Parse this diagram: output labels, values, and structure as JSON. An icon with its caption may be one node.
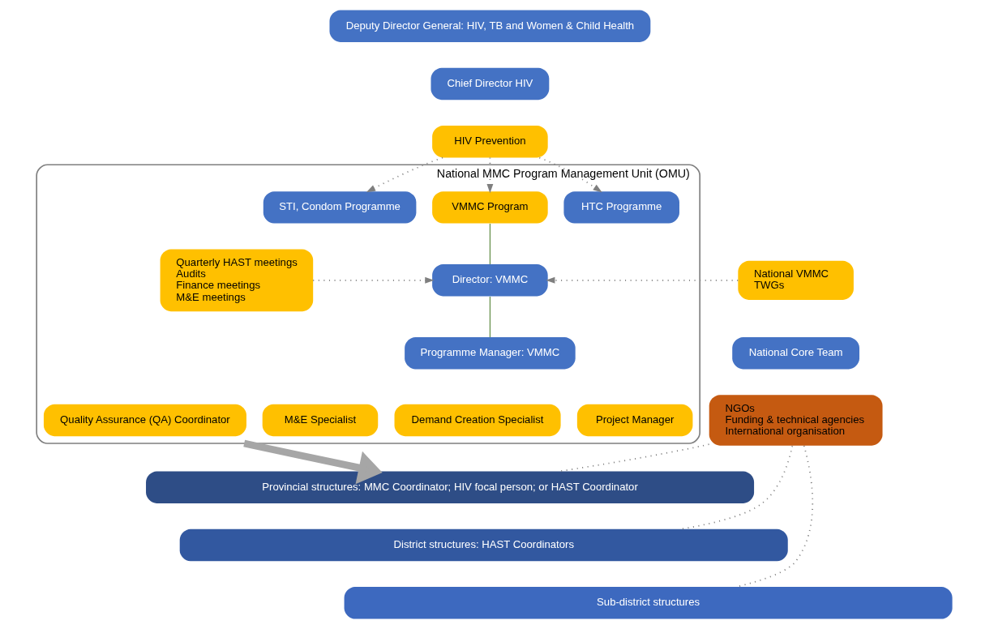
{
  "diagram": {
    "nodes": [
      {
        "text": [
          "Deputy Director General: HIV, TB and Women & Child Health"
        ]
      },
      {
        "text": [
          "Chief Director HIV"
        ]
      },
      {
        "text": [
          "HIV Prevention"
        ]
      },
      {
        "text": [
          "National MMC Program Management Unit (OMU)"
        ]
      },
      {
        "text": [
          "HTC Programme"
        ],
        "in": 3
      },
      {
        "text": [
          "VMMC Program"
        ],
        "in": 3
      },
      {
        "text": [
          "STI, Condom Programme"
        ],
        "in": 3
      },
      {
        "text": [
          "Director: VMMC"
        ],
        "in": 3
      },
      {
        "text": [
          "Quarterly HAST meetings",
          "Audits",
          "Finance meetings",
          "M&E meetings"
        ],
        "in": 3
      },
      {
        "text": [
          "Programme Manager: VMMC"
        ],
        "in": 3
      },
      {
        "text": [
          "M&E Specialist"
        ],
        "in": 3
      },
      {
        "text": [
          "Demand Creation Specialist"
        ],
        "in": 3
      },
      {
        "text": [
          "Project Manager"
        ],
        "in": 3
      },
      {
        "text": [
          "Quality Assurance (QA) Coordinator"
        ],
        "in": 3
      },
      {
        "text": [
          "National VMMC",
          "TWGs"
        ]
      },
      {
        "text": [
          "National Core Team"
        ]
      },
      {
        "text": [
          "NGOs",
          "Funding & technical agencies",
          "International organisation"
        ]
      },
      {
        "text": [
          "Provincial structures: MMC Coordinator; HIV focal person; or HAST Coordinator"
        ]
      },
      {
        "text": [
          "District structures: HAST Coordinators"
        ]
      },
      {
        "text": [
          "Sub-district structures"
        ]
      }
    ],
    "edges": [
      {
        "from": 2,
        "to": 4,
        "arrow": "to",
        "style": "dashed"
      },
      {
        "from": 2,
        "to": 5,
        "arrow": "to",
        "style": "dashed"
      },
      {
        "from": 2,
        "to": 6,
        "arrow": "to",
        "style": "dashed"
      },
      {
        "from": 5,
        "to": 7,
        "arrow": "none",
        "color": "#548235"
      },
      {
        "from": 7,
        "to": 9,
        "arrow": "none",
        "color": "#548235"
      },
      {
        "from": 14,
        "to": 7,
        "arrow": "to",
        "style": "dashed"
      },
      {
        "from": 8,
        "to": 7,
        "arrow": "to",
        "style": "dashed"
      },
      {
        "from": 3,
        "to": 17,
        "arrow": "to",
        "style": "thick",
        "color": "#a6a6a6"
      },
      {
        "from": 16,
        "to": 17,
        "arrow": "none",
        "style": "dashed"
      },
      {
        "from": 16,
        "to": 18,
        "arrow": "none",
        "style": "dashed"
      },
      {
        "from": 16,
        "to": 19,
        "arrow": "none",
        "style": "dashed"
      }
    ]
  }
}
